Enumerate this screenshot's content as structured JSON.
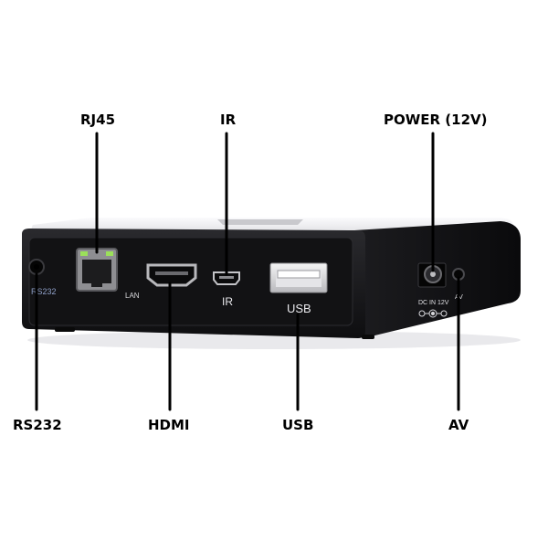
{
  "callouts": {
    "rj45": "RJ45",
    "ir": "IR",
    "power": "POWER (12V)",
    "rs232": "RS232",
    "hdmi": "HDMI",
    "usb": "USB",
    "av": "AV"
  },
  "panel_labels": {
    "rs232": "RS232",
    "lan": "LAN",
    "ir": "IR",
    "usb": "USB",
    "dc_in": "DC IN 12V",
    "av": "AV"
  },
  "colors": {
    "device_body": "#1a1a1c",
    "device_top": "#f2f2f4",
    "front_panel": "#111113",
    "led": "#9be05a",
    "callout_text": "#000000"
  }
}
